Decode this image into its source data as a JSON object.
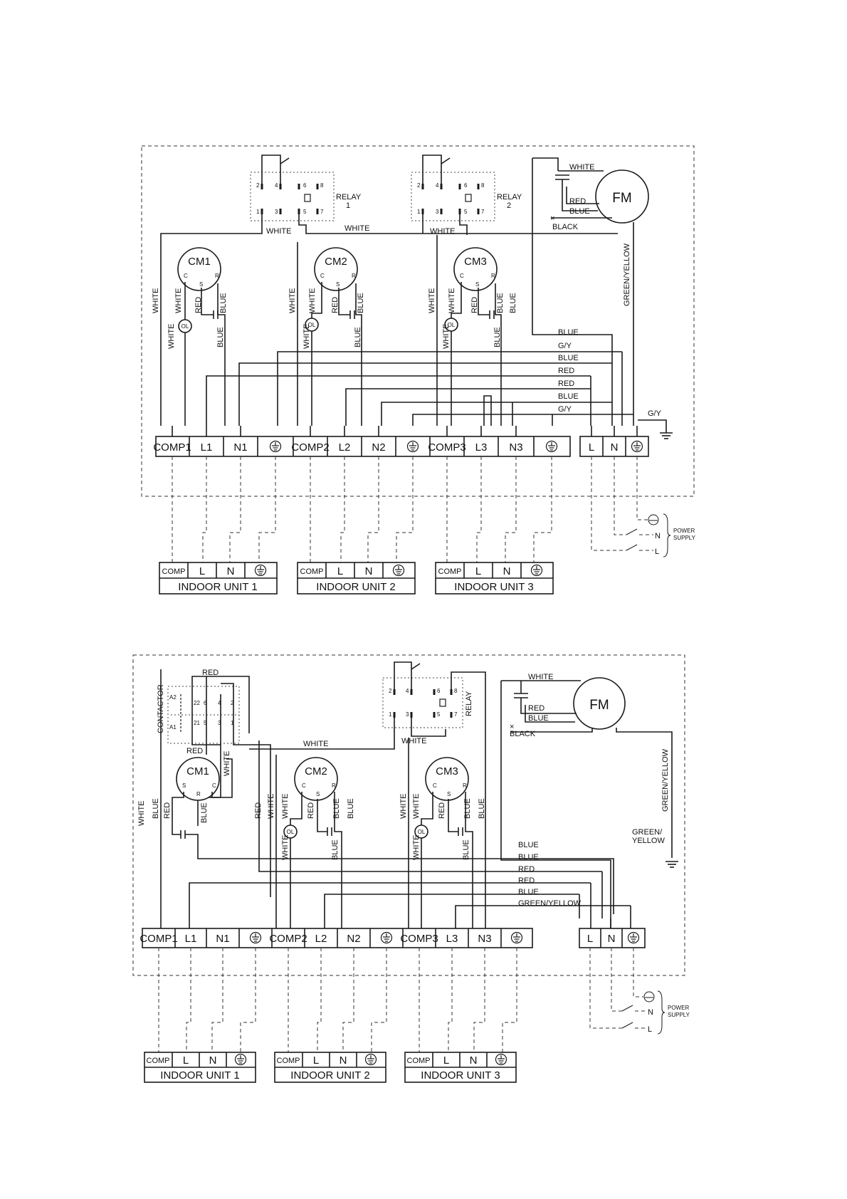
{
  "diagram_top": {
    "relay1_label": "RELAY",
    "relay1_num": "1",
    "relay2_label": "RELAY",
    "relay2_num": "2",
    "relay_pins": [
      "2",
      "4",
      "6",
      "8",
      "1",
      "3",
      "5",
      "7"
    ],
    "fan": "FM",
    "compressors": [
      "CM1",
      "CM2",
      "CM3"
    ],
    "pins": {
      "c": "C",
      "s": "S",
      "r": "R"
    },
    "ol": "OL",
    "terminals": [
      "COMP1",
      "L1",
      "N1",
      "COMP2",
      "L2",
      "N2",
      "COMP3",
      "L3",
      "N3"
    ],
    "main_terminals": [
      "L",
      "N"
    ],
    "wires": {
      "white": "WHITE",
      "red": "RED",
      "blue": "BLUE",
      "black": "BLACK",
      "green_yellow": "GREEN/YELLOW",
      "gy": "G/Y"
    },
    "bus_labels": [
      "BLUE",
      "G/Y",
      "BLUE",
      "RED",
      "RED",
      "BLUE",
      "G/Y"
    ],
    "earth_label": "G/Y",
    "power_supply": [
      "POWER",
      "SUPPLY"
    ],
    "supply_pins": [
      "N",
      "L"
    ],
    "indoor_cells": [
      "COMP",
      "L",
      "N"
    ],
    "indoor_units": [
      "INDOOR  UNIT  1",
      "INDOOR  UNIT  2",
      "INDOOR  UNIT  3"
    ]
  },
  "diagram_bottom": {
    "contactor": "CONTACTOR",
    "contactor_pins": [
      "A2",
      "22",
      "6",
      "4",
      "2",
      "A1",
      "21",
      "5",
      "3",
      "1"
    ],
    "relay_label": "RELAY",
    "fan": "FM",
    "compressors": [
      "CM1",
      "CM2",
      "CM3"
    ],
    "ol": "OL",
    "terminals": [
      "COMP1",
      "L1",
      "N1",
      "COMP2",
      "L2",
      "N2",
      "COMP3",
      "L3",
      "N3"
    ],
    "main_terminals": [
      "L",
      "N"
    ],
    "bus_labels": [
      "BLUE",
      "BLUE",
      "RED",
      "RED",
      "BLUE",
      "GREEN/YELLOW"
    ],
    "green_yellow_split": [
      "GREEN/",
      "YELLOW"
    ],
    "power_supply": [
      "POWER",
      "SUPPLY"
    ],
    "supply_pins": [
      "N",
      "L"
    ],
    "indoor_cells": [
      "COMP",
      "L",
      "N"
    ],
    "indoor_units": [
      "INDOOR  UNIT  1",
      "INDOOR  UNIT  2",
      "INDOOR  UNIT  3"
    ]
  }
}
